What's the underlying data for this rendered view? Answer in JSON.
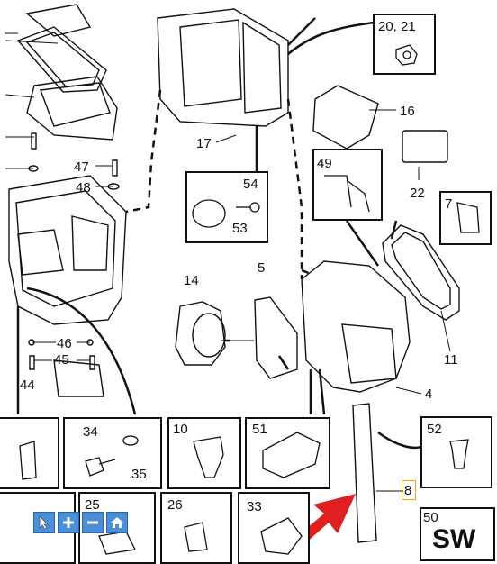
{
  "callouts": {
    "c20_21": "20, 21",
    "c16": "16",
    "c17": "17",
    "c49": "49",
    "c22": "22",
    "c7": "7",
    "c47": "47",
    "c48": "48",
    "c54": "54",
    "c53": "53",
    "c5": "5",
    "c14": "14",
    "c11": "11",
    "c46": "46",
    "c45": "45",
    "c44": "44",
    "c4": "4",
    "c34": "34",
    "c35": "35",
    "c10": "10",
    "c51": "51",
    "c52": "52",
    "c8": "8",
    "c25": "25",
    "c26": "26",
    "c33": "33",
    "c50": "50"
  },
  "sw_label": "SW",
  "nav_icons": [
    "pointer-arrow-icon",
    "zoom-in-icon",
    "zoom-out-icon",
    "home-icon"
  ],
  "colors": {
    "highlight_arrow": "#e02020",
    "selection_box": "#e8a400",
    "nav_button": "#4a8fd8"
  }
}
